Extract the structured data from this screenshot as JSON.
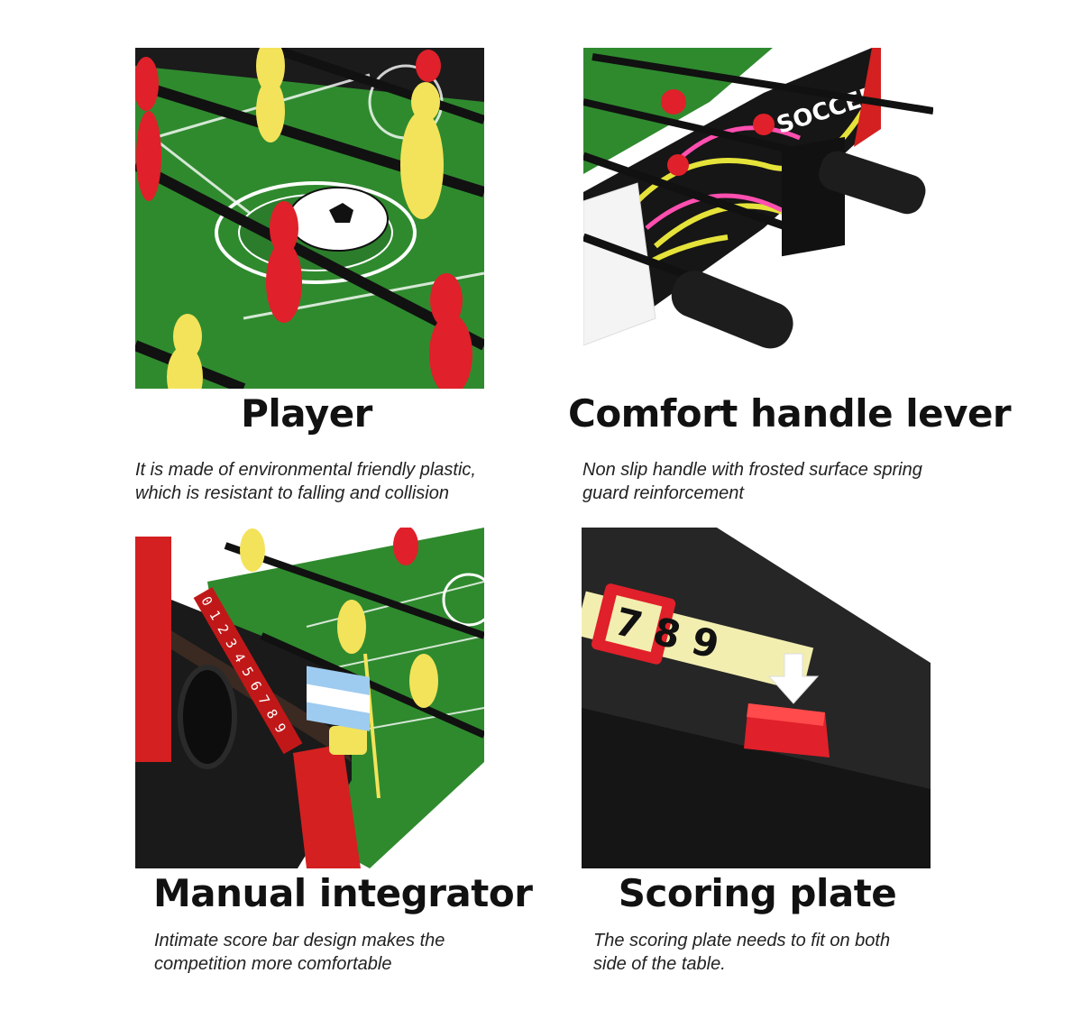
{
  "features": [
    {
      "title": "Player",
      "description": "It is made of environmental friendly plastic,\nwhich is resistant to falling and collision",
      "image": "foosball-players-closeup"
    },
    {
      "title": "Comfort handle lever",
      "description": "Non slip handle with frosted surface spring\nguard reinforcement",
      "image": "foosball-handles-closeup",
      "image_text": "SOCCER"
    },
    {
      "title": "Manual integrator",
      "description": "Intimate score bar design makes the\ncompetition more comfortable",
      "image": "foosball-score-bar-closeup",
      "image_text": "0 1 2 3 4 5 6 7 8 9"
    },
    {
      "title": "Scoring plate",
      "description": "The scoring plate needs to fit on both\nside of the  table.",
      "image": "foosball-scoring-plate-closeup",
      "image_text": "7 8 9"
    }
  ],
  "colors": {
    "field_green": "#2f8a2e",
    "player_red": "#e0202a",
    "player_yellow": "#f3e35a",
    "table_black": "#1a1a1a"
  }
}
